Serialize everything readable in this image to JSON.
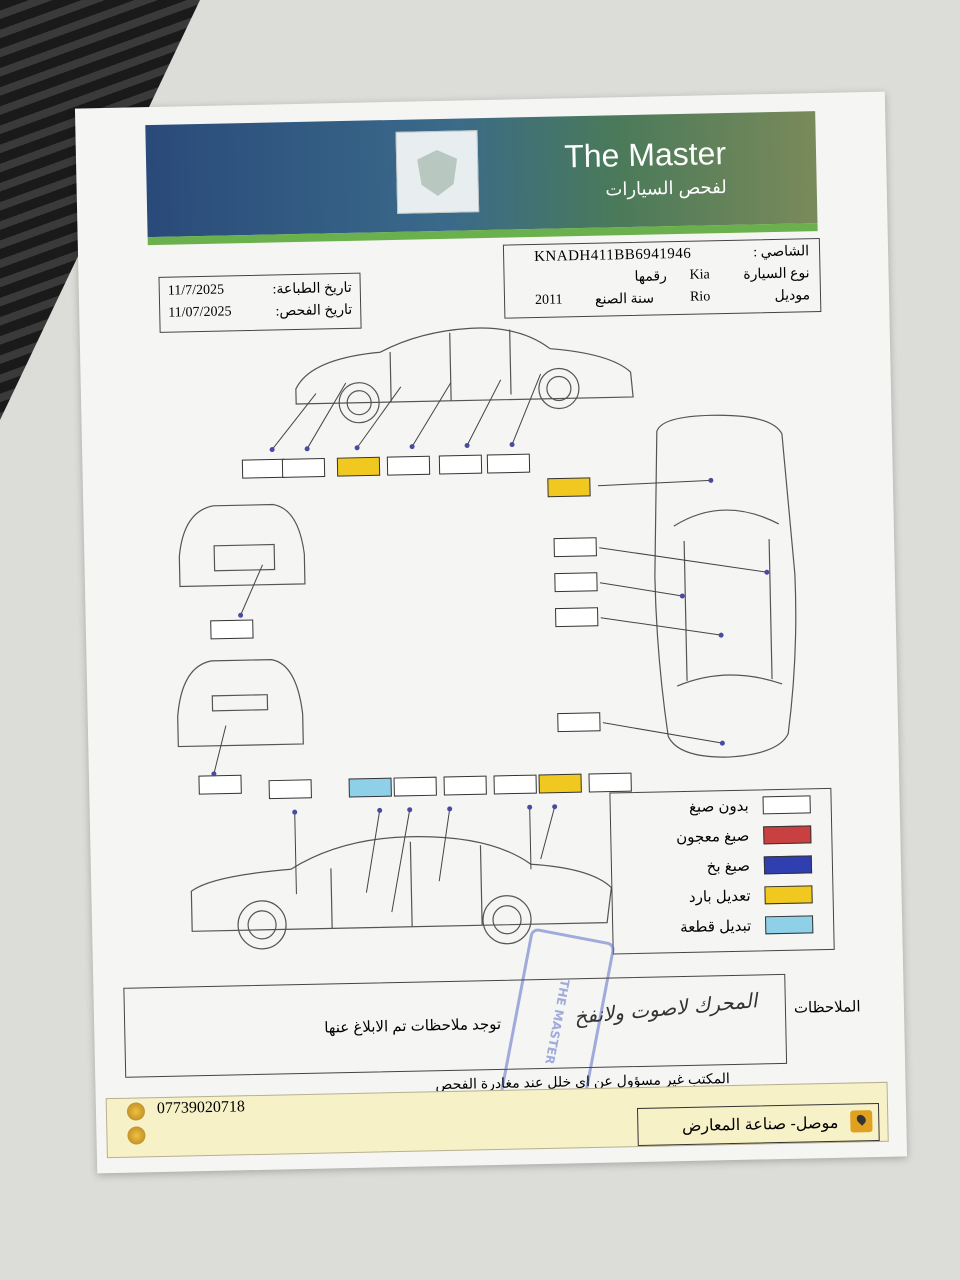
{
  "header": {
    "brand": "The Master",
    "subtitle": "لفحص السيارات"
  },
  "dates": {
    "print_label": "تاريخ الطباعة:",
    "print_value": "11/7/2025",
    "inspection_label": "تاريخ الفحص:",
    "inspection_value": "11/07/2025"
  },
  "vehicle": {
    "chassis_label": "الشاصي :",
    "chassis_value": "KNADH411BB6941946",
    "make_label": "نوع السيارة",
    "make_value": "Kia",
    "plate_label": "رقمها",
    "plate_value": "",
    "model_label": "موديل",
    "model_value": "Rio",
    "year_label": "سنة الصنع",
    "year_value": "2011"
  },
  "legend": {
    "items": [
      {
        "label": "بدون صبغ",
        "color": "#ffffff"
      },
      {
        "label": "صبغ معجون",
        "color": "#c94040"
      },
      {
        "label": "صبغ بخ",
        "color": "#2f3fb0"
      },
      {
        "label": "تعديل بارد",
        "color": "#f0c820"
      },
      {
        "label": "تبديل قطعة",
        "color": "#8ed0e8"
      }
    ]
  },
  "notes": {
    "label": "الملاحظات",
    "text": "توجد ملاحظات تم الابلاغ عنها",
    "handwritten": "المحرك لاصوت ولانفخ"
  },
  "disclaimer": "المكتب غير مسؤول عن اي خلل عند مغادرة الفحص",
  "stamp": "THE MASTER",
  "footer": {
    "phone": "07739020718",
    "address": "موصل- صناعة المعارض"
  },
  "colors": {
    "white": "#ffffff",
    "yellow": "#f0c820",
    "cyan": "#8ed0e8"
  },
  "panels": {
    "top_side_row": [
      "white",
      "white",
      "yellow",
      "white",
      "white",
      "white"
    ],
    "roof_top": "yellow",
    "top_view_right": [
      "white",
      "white",
      "white",
      "white"
    ],
    "front": "white",
    "rear": "white",
    "bottom_row": [
      "white",
      "cyan",
      "white",
      "white",
      "white",
      "yellow",
      "white"
    ]
  }
}
